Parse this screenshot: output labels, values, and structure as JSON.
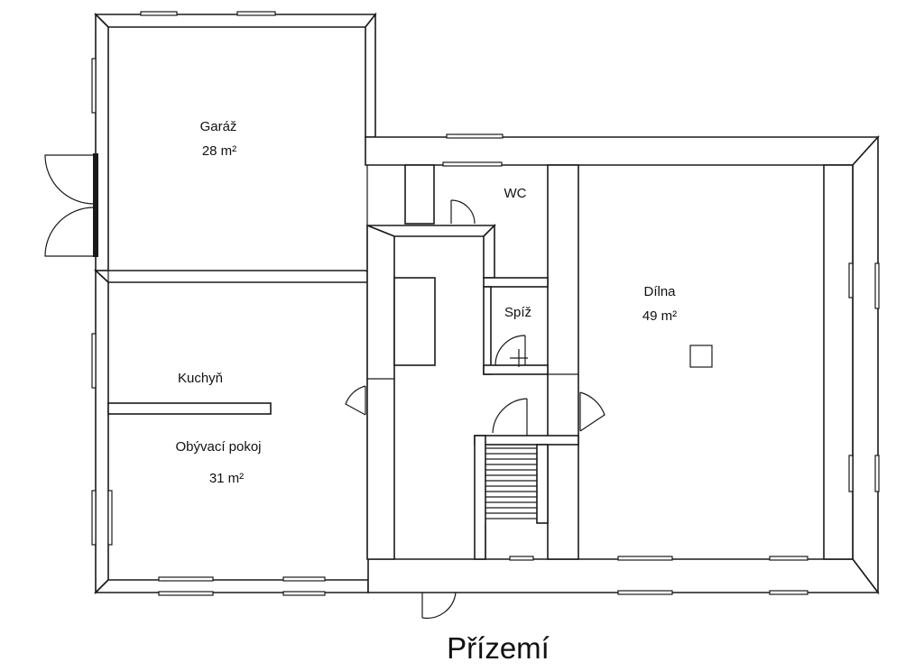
{
  "floor_title": "Přízemí",
  "rooms": {
    "garage": {
      "name": "Garáž",
      "area": "28 m²"
    },
    "wc": {
      "name": "WC"
    },
    "pantry": {
      "name": "Spíž"
    },
    "workshop": {
      "name": "Dílna",
      "area": "49 m²"
    },
    "kitchen": {
      "name": "Kuchyň"
    },
    "living": {
      "name": "Obývací pokoj",
      "area": "31 m²"
    }
  },
  "colors": {
    "line": "#1a1a1a",
    "background": "#ffffff"
  }
}
